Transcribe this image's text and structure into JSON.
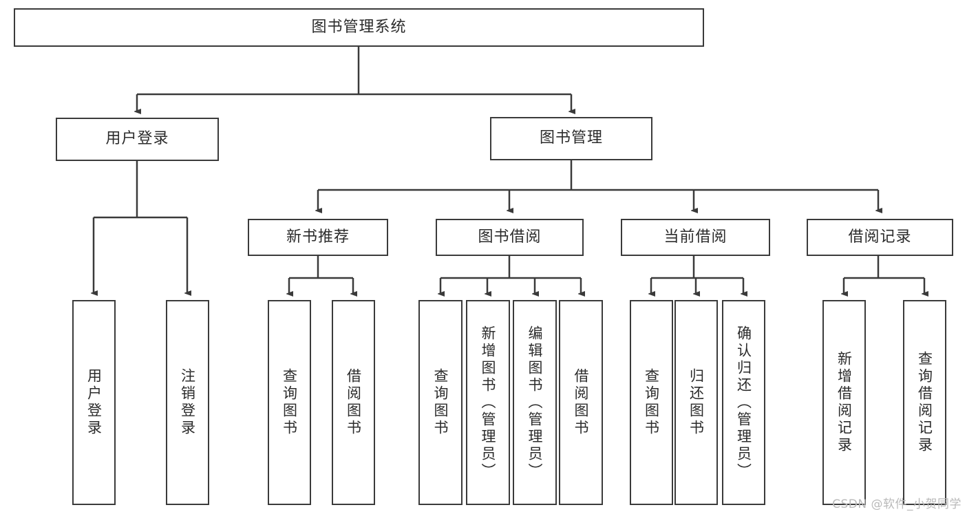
{
  "diagram": {
    "type": "tree",
    "title": "图书管理系统",
    "watermark": "CSDN @软件_小贺同学",
    "colors": {
      "stroke": "#3a3a3a",
      "fill": "#ffffff",
      "text": "#2b2b2b",
      "watermark": "#b9b9b9"
    },
    "nodes": {
      "root": {
        "label": "图书管理系统",
        "orientation": "horizontal"
      },
      "level2": [
        {
          "id": "user-login",
          "label": "用户登录",
          "orientation": "horizontal"
        },
        {
          "id": "book-manage",
          "label": "图书管理",
          "orientation": "horizontal"
        }
      ],
      "level3": [
        {
          "id": "new-book-recommend",
          "label": "新书推荐",
          "orientation": "horizontal"
        },
        {
          "id": "book-borrow",
          "label": "图书借阅",
          "orientation": "horizontal"
        },
        {
          "id": "current-borrow",
          "label": "当前借阅",
          "orientation": "horizontal"
        },
        {
          "id": "borrow-record",
          "label": "借阅记录",
          "orientation": "horizontal"
        }
      ],
      "leaves": {
        "user-login": [
          {
            "id": "leaf-user-login",
            "label": "用户登录",
            "orientation": "vertical"
          },
          {
            "id": "leaf-logout",
            "label": "注销登录",
            "orientation": "vertical"
          }
        ],
        "new-book-recommend": [
          {
            "id": "leaf-query-book-1",
            "label": "查询图书",
            "orientation": "vertical"
          },
          {
            "id": "leaf-borrow-book-1",
            "label": "借阅图书",
            "orientation": "vertical"
          }
        ],
        "book-borrow": [
          {
            "id": "leaf-query-book-2",
            "label": "查询图书",
            "orientation": "vertical"
          },
          {
            "id": "leaf-add-book",
            "label": "新增图书（管理员）",
            "orientation": "vertical"
          },
          {
            "id": "leaf-edit-book",
            "label": "编辑图书（管理员）",
            "orientation": "vertical"
          },
          {
            "id": "leaf-borrow-book-2",
            "label": "借阅图书",
            "orientation": "vertical"
          }
        ],
        "current-borrow": [
          {
            "id": "leaf-query-book-3",
            "label": "查询图书",
            "orientation": "vertical"
          },
          {
            "id": "leaf-return-book",
            "label": "归还图书",
            "orientation": "vertical"
          },
          {
            "id": "leaf-confirm-return",
            "label": "确认归还（管理员）",
            "orientation": "vertical"
          }
        ],
        "borrow-record": [
          {
            "id": "leaf-add-record",
            "label": "新增借阅记录",
            "orientation": "vertical"
          },
          {
            "id": "leaf-query-record",
            "label": "查询借阅记录",
            "orientation": "vertical"
          }
        ]
      }
    }
  }
}
